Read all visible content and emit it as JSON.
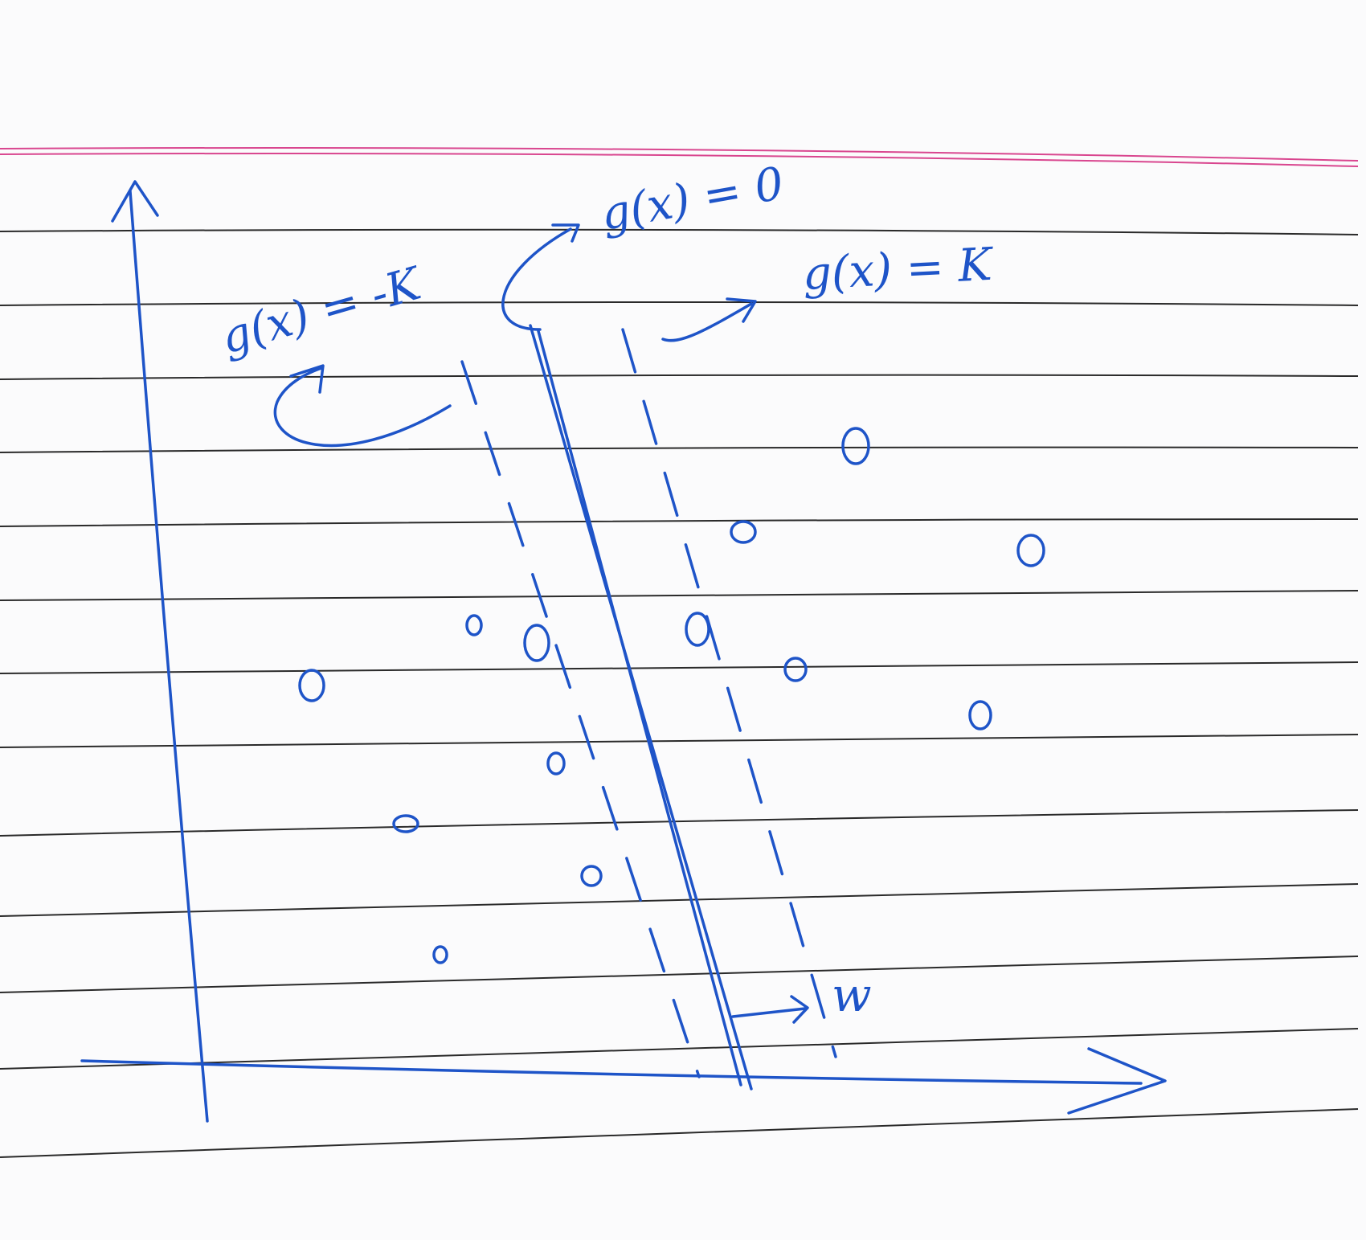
{
  "colors": {
    "paper": "#fbfbfc",
    "rule": "#2a2a2a",
    "margin_line": "#d9468f",
    "ink": "#1e54c8"
  },
  "labels": {
    "minus_k": "g(x) = -K",
    "zero": "g(x) = 0",
    "plus_k": "g(x) = K",
    "weight": "w"
  }
}
